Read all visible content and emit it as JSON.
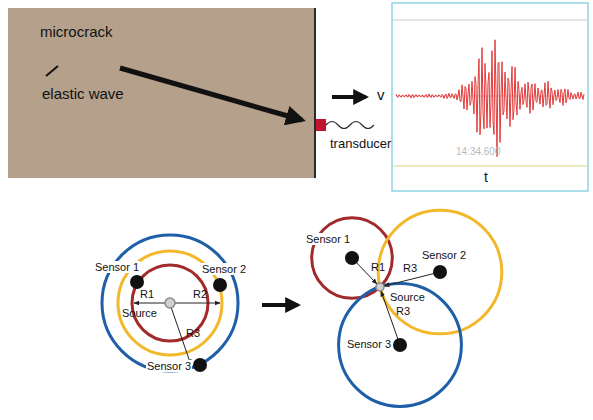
{
  "diagram": {
    "labels": [
      "microcrack",
      "elastic wave",
      "transducer",
      "v",
      "t",
      "14:34.600",
      "Sensor 1",
      "Sensor 2",
      "R1",
      "R2",
      "Source",
      "R3",
      "Sensor 3",
      "Sensor 1",
      "R1",
      "R3",
      "Sensor 2",
      "Source",
      "R3",
      "Sensor 3"
    ]
  }
}
